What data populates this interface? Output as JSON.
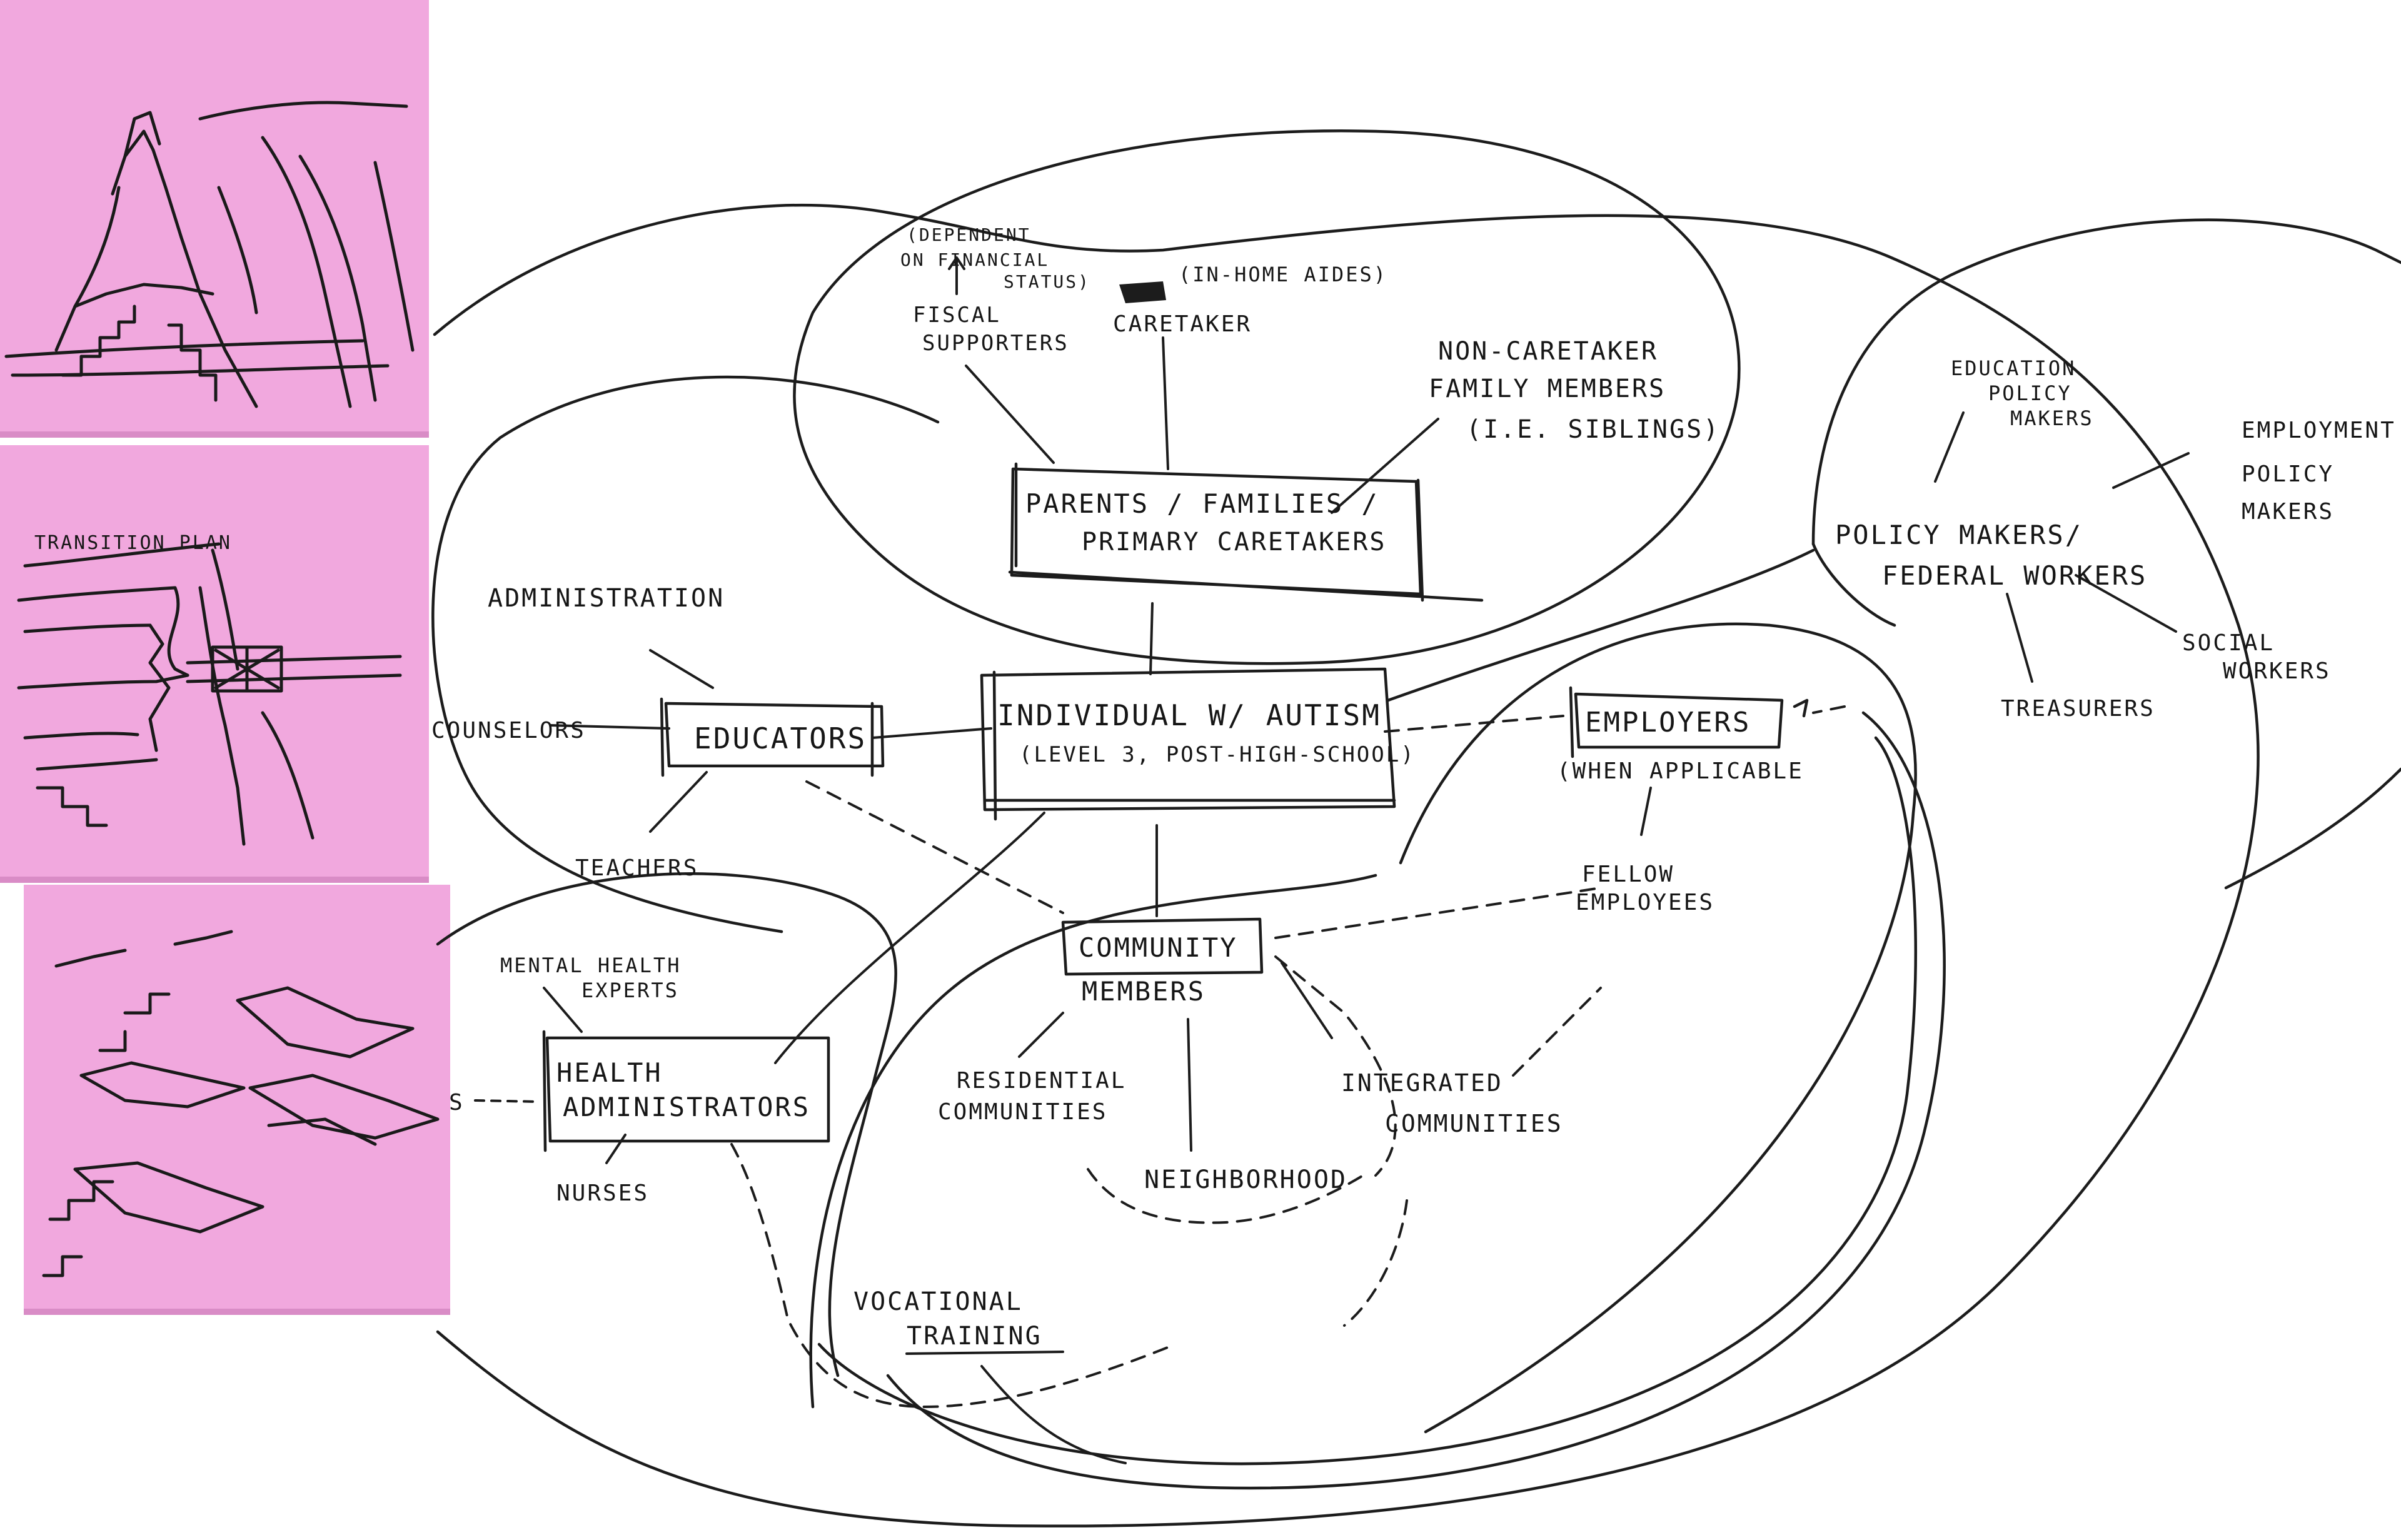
{
  "sticky_notes": [
    {
      "kind": "sketch-mountain-stairs"
    },
    {
      "kind": "sketch-cliff-bridge",
      "caption": "TRANSITION PLAN"
    },
    {
      "kind": "sketch-stepping-stones"
    }
  ],
  "nodes": {
    "center_line1": "INDIVIDUAL W/ AUTISM",
    "center_line2": "(LEVEL 3, POST-HIGH-SCHOOL)",
    "parents_line1": "PARENTS / FAMILIES /",
    "parents_line2": "PRIMARY CARETAKERS",
    "educators": "EDUCATORS",
    "community_line1": "COMMUNITY",
    "community_line2": "MEMBERS",
    "employers": "EMPLOYERS",
    "employers_note": "(WHEN APPLICABLE",
    "health_line1": "HEALTH",
    "health_line2": "ADMINISTRATORS",
    "policy_line1": "POLICY MAKERS/",
    "policy_line2": "FEDERAL WORKERS"
  },
  "labels": {
    "fiscal_dep_line1": "(DEPENDENT",
    "fiscal_dep_line2": "ON FINANCIAL",
    "fiscal_dep_line3": "STATUS)",
    "fiscal_line1": "FISCAL",
    "fiscal_line2": "SUPPORTERS",
    "inhome": "(IN-HOME AIDES)",
    "caretaker": "CARETAKER",
    "noncare_line1": "NON-CARETAKER",
    "noncare_line2": "FAMILY MEMBERS",
    "noncare_line3": "(I.E. SIBLINGS)",
    "administration": "ADMINISTRATION",
    "counselors": "COUNSELORS",
    "teachers": "TEACHERS",
    "mental_line1": "MENTAL HEALTH",
    "mental_line2": "EXPERTS",
    "nurses": "NURSES",
    "edge_s": "S",
    "residential_line1": "RESIDENTIAL",
    "residential_line2": "COMMUNITIES",
    "neighborhood": "NEIGHBORHOOD",
    "integrated_line1": "INTEGRATED",
    "integrated_line2": "COMMUNITIES",
    "vocational_line1": "VOCATIONAL",
    "vocational_line2": "TRAINING",
    "fellow_line1": "FELLOW",
    "fellow_line2": "EMPLOYEES",
    "edu_policy_line1": "EDUCATION",
    "edu_policy_line2": "POLICY",
    "edu_policy_line3": "MAKERS",
    "emp_policy_line1": "EMPLOYMENT",
    "emp_policy_line2": "POLICY",
    "emp_policy_line3": "MAKERS",
    "social_line1": "SOCIAL",
    "social_line2": "WORKERS",
    "treasurers": "TREASURERS"
  },
  "colors": {
    "sticky_note": "#f1a8de",
    "sticky_note_shadow": "#d98cc6",
    "ink": "#1c1c1c",
    "paper": "#ffffff"
  }
}
